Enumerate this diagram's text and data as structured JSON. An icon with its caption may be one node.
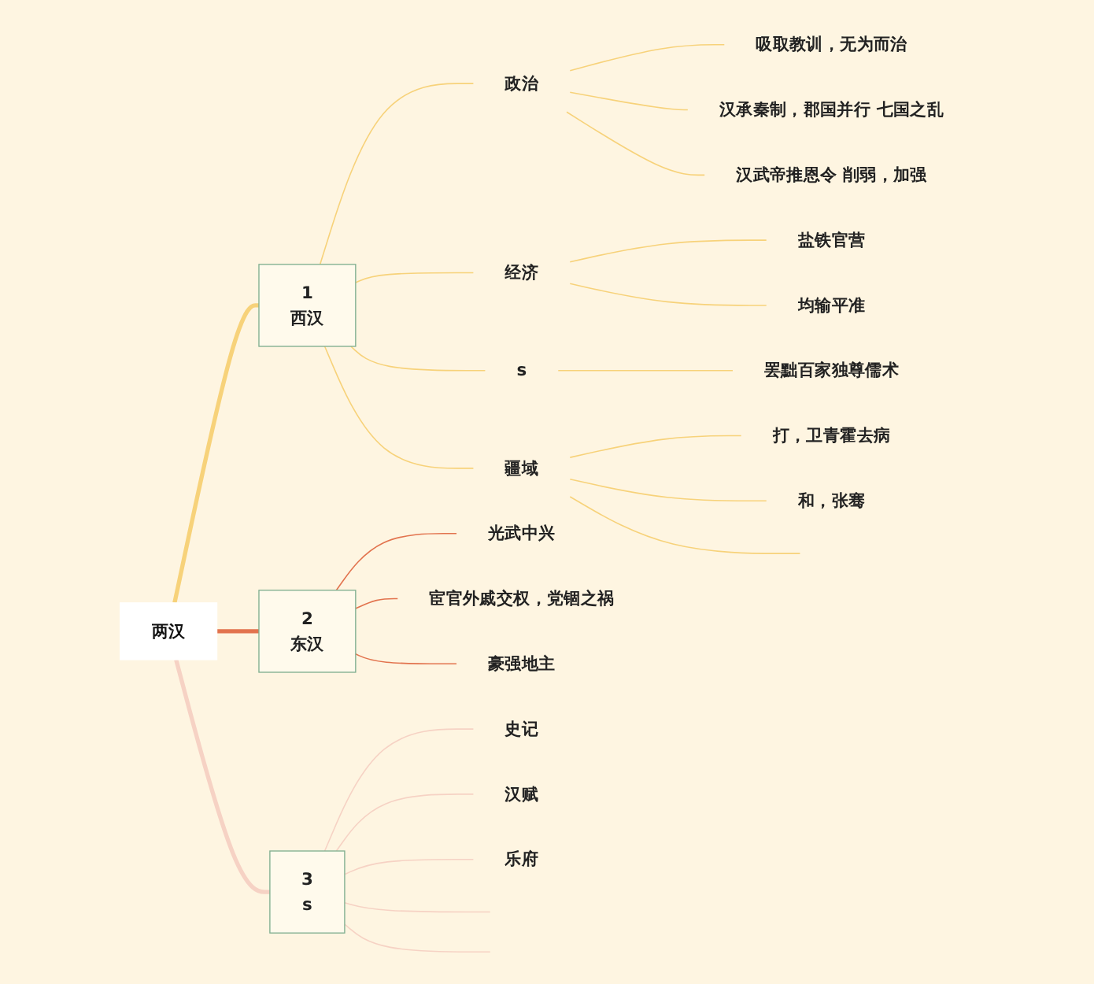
{
  "diagram": {
    "nodes": [
      {
        "text": [
          "两汉"
        ]
      },
      {
        "text": [
          "1",
          "西汉"
        ]
      },
      {
        "text": [
          "政治"
        ]
      },
      {
        "text": [
          "吸取教训，无为而治"
        ]
      },
      {
        "text": [
          "汉承秦制，郡国并行 七国之乱"
        ]
      },
      {
        "text": [
          "汉武帝推恩令 削弱，加强"
        ]
      },
      {
        "text": [
          "经济"
        ]
      },
      {
        "text": [
          "盐铁官营"
        ]
      },
      {
        "text": [
          "均输平准"
        ]
      },
      {
        "text": [
          "s"
        ]
      },
      {
        "text": [
          "罢黜百家独尊儒术"
        ]
      },
      {
        "text": [
          "疆域"
        ]
      },
      {
        "text": [
          "打，卫青霍去病"
        ]
      },
      {
        "text": [
          "和，张骞"
        ]
      },
      {
        "text": [
          "2",
          "东汉"
        ]
      },
      {
        "text": [
          "光武中兴"
        ]
      },
      {
        "text": [
          "宦官外戚交权，党锢之祸"
        ]
      },
      {
        "text": [
          "豪强地主"
        ]
      },
      {
        "text": [
          "3",
          "s"
        ]
      },
      {
        "text": [
          "史记"
        ]
      },
      {
        "text": [
          "汉赋"
        ]
      },
      {
        "text": [
          "乐府"
        ]
      }
    ],
    "edges": [
      {
        "from": 0,
        "to": 1,
        "arrow": "none",
        "style": "thick"
      },
      {
        "from": 1,
        "to": 2,
        "arrow": "none"
      },
      {
        "from": 2,
        "to": 3,
        "arrow": "none"
      },
      {
        "from": 2,
        "to": 4,
        "arrow": "none"
      },
      {
        "from": 2,
        "to": 5,
        "arrow": "none"
      },
      {
        "from": 1,
        "to": 6,
        "arrow": "none"
      },
      {
        "from": 6,
        "to": 7,
        "arrow": "none"
      },
      {
        "from": 6,
        "to": 8,
        "arrow": "none"
      },
      {
        "from": 1,
        "to": 9,
        "arrow": "none"
      },
      {
        "from": 9,
        "to": 10,
        "arrow": "none"
      },
      {
        "from": 1,
        "to": 11,
        "arrow": "none"
      },
      {
        "from": 11,
        "to": 12,
        "arrow": "none"
      },
      {
        "from": 11,
        "to": 13,
        "arrow": "none"
      },
      {
        "from": 11,
        "to": null,
        "arrow": "none"
      },
      {
        "from": 0,
        "to": 14,
        "arrow": "none",
        "style": "thick",
        "color": "#e2734e"
      },
      {
        "from": 14,
        "to": 15,
        "arrow": "none",
        "color": "#e2734e"
      },
      {
        "from": 14,
        "to": 16,
        "arrow": "none",
        "color": "#e2734e"
      },
      {
        "from": 14,
        "to": 17,
        "arrow": "none",
        "color": "#e2734e"
      },
      {
        "from": 0,
        "to": 18,
        "arrow": "none",
        "style": "thick",
        "color": "#f6d2c4"
      },
      {
        "from": 18,
        "to": 19,
        "arrow": "none",
        "color": "#f6d2c4"
      },
      {
        "from": 18,
        "to": 20,
        "arrow": "none",
        "color": "#f6d2c4"
      },
      {
        "from": 18,
        "to": 21,
        "arrow": "none",
        "color": "#f6d2c4"
      },
      {
        "from": 18,
        "to": null,
        "arrow": "none",
        "color": "#f6d2c4"
      },
      {
        "from": 18,
        "to": null,
        "arrow": "none",
        "color": "#f6d2c4"
      }
    ]
  }
}
